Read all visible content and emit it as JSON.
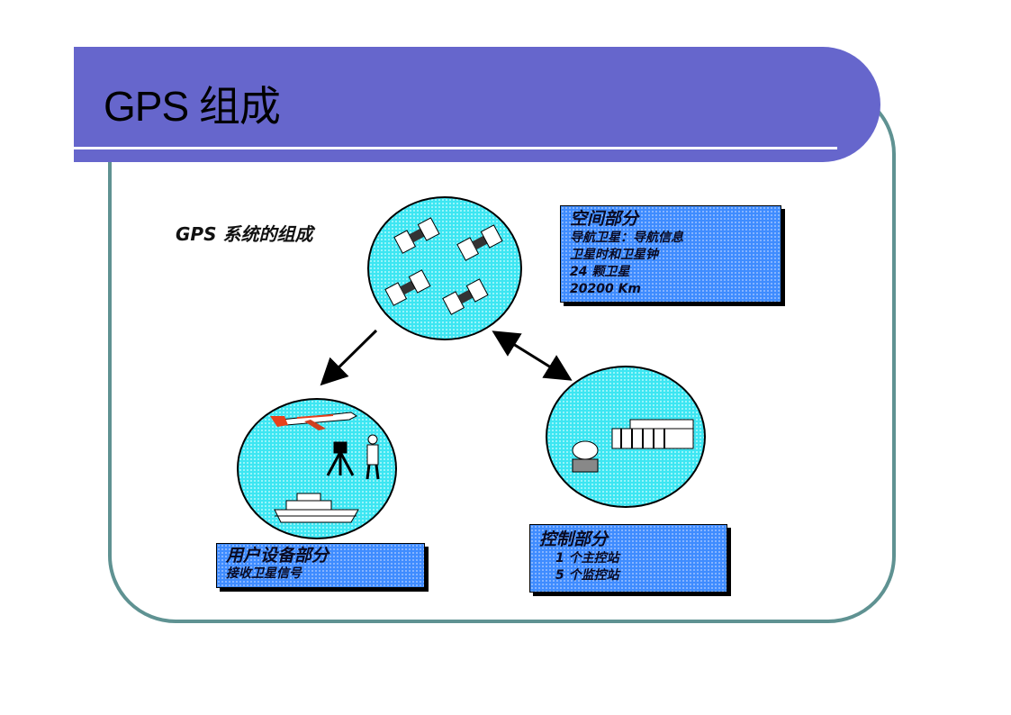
{
  "slide": {
    "title": "GPS 组成"
  },
  "diagram": {
    "caption": "GPS 系统的组成",
    "space": {
      "heading": "空间部分",
      "lines": [
        "导航卫星：导航信息",
        "卫星时和卫星钟",
        "24 颗卫星",
        "20200 Km"
      ]
    },
    "user": {
      "heading": "用户设备部分",
      "lines": [
        "接收卫星信号"
      ]
    },
    "control": {
      "heading": "控制部分",
      "lines": [
        "1 个主控站",
        "5 个监控站"
      ]
    },
    "colors": {
      "header": "#6666cc",
      "frame": "#5f9292",
      "circle": "#3de6f2",
      "box": "#3f8cff"
    }
  }
}
